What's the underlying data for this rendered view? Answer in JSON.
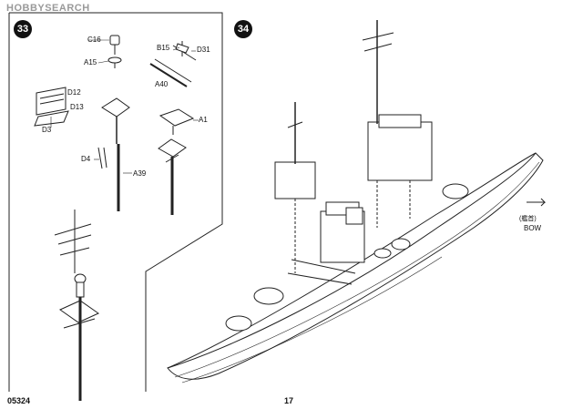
{
  "watermark": "HOBBYSEARCH",
  "steps": [
    {
      "number": "33"
    },
    {
      "number": "34"
    }
  ],
  "step33_labels": {
    "c16": "C16",
    "a15": "A15",
    "b15": "B15",
    "d31": "D31",
    "a40": "A40",
    "d12": "D12",
    "d13": "D13",
    "d3": "D3",
    "a1": "A1",
    "d4": "D4",
    "a39": "A39"
  },
  "step34_labels": {
    "bow_jp": "(艦首)",
    "bow": "BOW"
  },
  "footer": {
    "code": "05324",
    "page": "17"
  }
}
